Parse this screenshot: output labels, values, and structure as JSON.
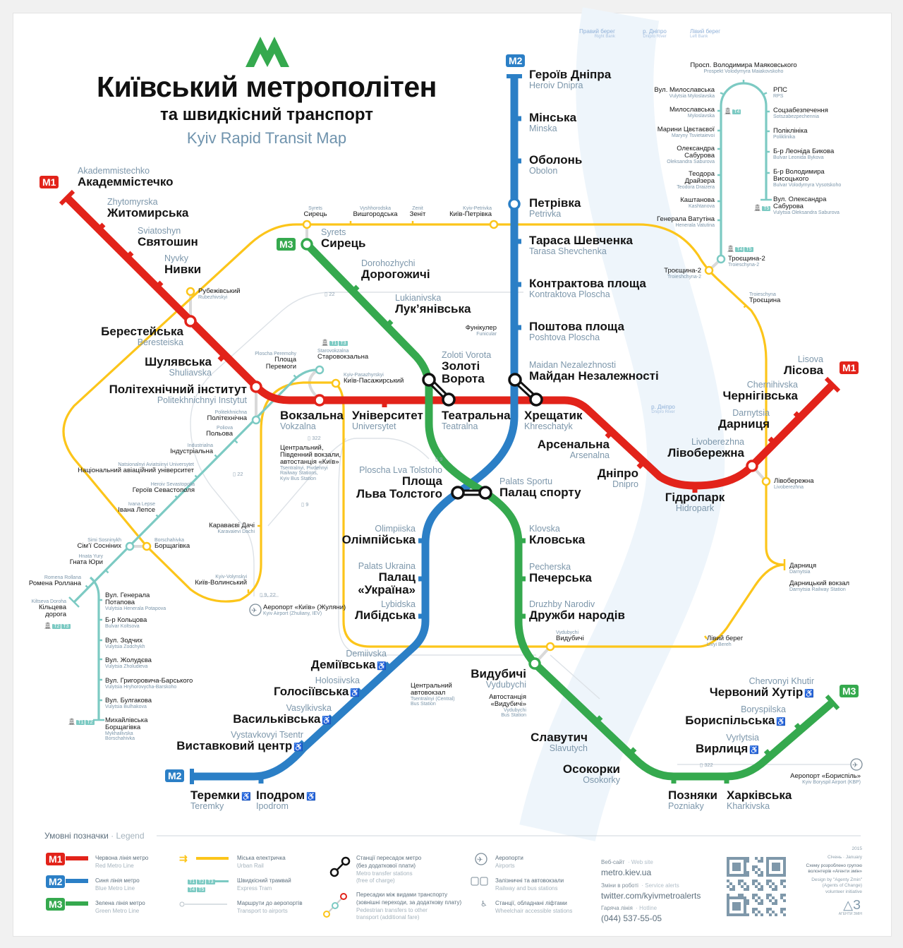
{
  "title": {
    "logo": "M",
    "ua": "Київський метрополітен",
    "ua_sub": "та швидкісний транспорт",
    "en": "Kyiv Rapid Transit Map"
  },
  "colors": {
    "red": "#e2231a",
    "blue": "#2b7fc6",
    "green": "#35a94e",
    "yellow": "#fcc51a",
    "tram": "#7ccac3",
    "river": "#eef5fb",
    "transfer": "#111111"
  },
  "river_labels": {
    "right_bank": {
      "ua": "Правий берег",
      "en": "Right Bank"
    },
    "river": {
      "ua": "р. Дніпро",
      "en": "Dnipro River"
    },
    "left_bank": {
      "ua": "Лівий берег",
      "en": "Left Bank"
    },
    "river_mid": {
      "ua": "р. Дніпро",
      "en": "Dnipro River"
    }
  },
  "lines": {
    "red": {
      "badge": "M1",
      "stations": [
        {
          "ua": "Академмістечко",
          "en": "Akademmistechko"
        },
        {
          "ua": "Житомирська",
          "en": "Zhytomyrska"
        },
        {
          "ua": "Святошин",
          "en": "Sviatoshyn"
        },
        {
          "ua": "Нивки",
          "en": "Nyvky"
        },
        {
          "ua": "Берестейська",
          "en": "Beresteiska"
        },
        {
          "ua": "Шулявська",
          "en": "Shuliavska"
        },
        {
          "ua": "Політехнічний інститут",
          "en": "Politekhnichnyi Instytut"
        },
        {
          "ua": "Вокзальна",
          "en": "Vokzalna"
        },
        {
          "ua": "Університет",
          "en": "Universytet"
        },
        {
          "ua": "Театральна",
          "en": "Teatralna"
        },
        {
          "ua": "Хрещатик",
          "en": "Khreschatyk"
        },
        {
          "ua": "Арсенальна",
          "en": "Arsenalna"
        },
        {
          "ua": "Дніпро",
          "en": "Dnipro"
        },
        {
          "ua": "Гідропарк",
          "en": "Hidropark"
        },
        {
          "ua": "Лівобережна",
          "en": "Livoberezhna"
        },
        {
          "ua": "Дарниця",
          "en": "Darnytsia"
        },
        {
          "ua": "Чернігівська",
          "en": "Chernihivska"
        },
        {
          "ua": "Лісова",
          "en": "Lisova"
        }
      ]
    },
    "blue": {
      "badge": "M2",
      "stations": [
        {
          "ua": "Героїв Дніпра",
          "en": "Heroiv Dnipra"
        },
        {
          "ua": "Мінська",
          "en": "Minska"
        },
        {
          "ua": "Оболонь",
          "en": "Obolon"
        },
        {
          "ua": "Петрівка",
          "en": "Petrivka"
        },
        {
          "ua": "Тараса Шевченка",
          "en": "Tarasa Shevchenka"
        },
        {
          "ua": "Контрактова площа",
          "en": "Kontraktova Ploscha"
        },
        {
          "ua": "Поштова площа",
          "en": "Poshtova Ploscha"
        },
        {
          "ua": "Майдан Незалежності",
          "en": "Maidan Nezalezhnosti"
        },
        {
          "ua": "Площа\nЛьва Толстого",
          "en": "Ploscha Lva Tolstoho"
        },
        {
          "ua": "Олімпійська",
          "en": "Olimpiiska"
        },
        {
          "ua": "Палац\n«Україна»",
          "en": "Palats Ukraina"
        },
        {
          "ua": "Либідська",
          "en": "Lybidska"
        },
        {
          "ua": "Деміївська",
          "en": "Demiivska",
          "accessible": true
        },
        {
          "ua": "Голосіївська",
          "en": "Holosiivska",
          "accessible": true
        },
        {
          "ua": "Васильківська",
          "en": "Vasylkivska",
          "accessible": true
        },
        {
          "ua": "Виставковий центр",
          "en": "Vystavkovyi Tsentr",
          "accessible": true
        },
        {
          "ua": "Іподром",
          "en": "Ipodrom",
          "accessible": true
        },
        {
          "ua": "Теремки",
          "en": "Teremky",
          "accessible": true
        }
      ]
    },
    "green": {
      "badge": "M3",
      "stations": [
        {
          "ua": "Сирець",
          "en": "Syrets"
        },
        {
          "ua": "Дорогожичі",
          "en": "Dorohozhychi"
        },
        {
          "ua": "Лук’янівська",
          "en": "Lukianivska"
        },
        {
          "ua": "Золоті\nВорота",
          "en": "Zoloti Vorota"
        },
        {
          "ua": "Палац спорту",
          "en": "Palats Sportu"
        },
        {
          "ua": "Кловська",
          "en": "Klovska"
        },
        {
          "ua": "Печерська",
          "en": "Pecherska"
        },
        {
          "ua": "Дружби народів",
          "en": "Druzhby Narodiv"
        },
        {
          "ua": "Видубичі",
          "en": "Vydubychi"
        },
        {
          "ua": "Славутич",
          "en": "Slavutych"
        },
        {
          "ua": "Осокорки",
          "en": "Osokorky"
        },
        {
          "ua": "Позняки",
          "en": "Pozniaky"
        },
        {
          "ua": "Харківська",
          "en": "Kharkivska"
        },
        {
          "ua": "Вирлиця",
          "en": "Vyrlytsia",
          "accessible": true
        },
        {
          "ua": "Бориспільська",
          "en": "Boryspilska",
          "accessible": true
        },
        {
          "ua": "Червоний Хутір",
          "en": "Chervonyi Khutir",
          "accessible": true
        }
      ]
    }
  },
  "urban_rail": {
    "stations": [
      {
        "ua": "Сирець",
        "en": "Syrets"
      },
      {
        "ua": "Вишгородська",
        "en": "Vyshhorodska"
      },
      {
        "ua": "Зеніт",
        "en": "Zenit"
      },
      {
        "ua": "Київ-Петрівка",
        "en": "Kyiv-Petrivka"
      },
      {
        "ua": "Троєщина-2",
        "en": "Troieshchyna-2"
      },
      {
        "ua": "Троєщина",
        "en": "Troieschyna"
      },
      {
        "ua": "Лівобережна",
        "en": "Livoberezhna"
      },
      {
        "ua": "Дарниця",
        "en": "Darnytsia"
      },
      {
        "ua": "Лівий берег",
        "en": "Livyi Bereh"
      },
      {
        "ua": "Видубичі",
        "en": "Vydubychi"
      },
      {
        "ua": "Караваєві Дачі",
        "en": "Karavaievi Dachi"
      },
      {
        "ua": "Київ-Волинський",
        "en": "Kyiv-Volynskyi"
      },
      {
        "ua": "Борщагівка",
        "en": "Borschahivka"
      },
      {
        "ua": "Рубежівський",
        "en": "Rubezhivskyi"
      },
      {
        "ua": "Київ-Пасажирський",
        "en": "Kyiv-Pasazhyrskyi"
      }
    ]
  },
  "tram_west": {
    "stations": [
      {
        "ua": "Площа\nПеремоги",
        "en": "Ploscha Peremohy"
      },
      {
        "ua": "Старовокзальна",
        "en": "Starovokzalna"
      },
      {
        "ua": "Політехнічна",
        "en": "Politekhnichna"
      },
      {
        "ua": "Польова",
        "en": "Poliova"
      },
      {
        "ua": "Індустріальна",
        "en": "Industrialna"
      },
      {
        "ua": "Національний авіаційний університет",
        "en": "Natsionalnyi Aviatsiinyi Universytet"
      },
      {
        "ua": "Героїв Севастополя",
        "en": "Heroiv Sevastopolia"
      },
      {
        "ua": "Івана Лепсе",
        "en": "Ivana Lepse"
      },
      {
        "ua": "Сім’ї Сосніних",
        "en": "Simi Sosninykh"
      },
      {
        "ua": "Гната Юри",
        "en": "Hnata Yury"
      },
      {
        "ua": "Ромена Роллана",
        "en": "Romena Rollana"
      },
      {
        "ua": "Кільцева\nдорога",
        "en": "Kiltseva Doroha"
      },
      {
        "ua": "Вул. Генерала\nПотапова",
        "en": "Vulytsia Henerala Potapova"
      },
      {
        "ua": "Б-р Кольцова",
        "en": "Bulvar Koltsova"
      },
      {
        "ua": "Вул. Зодчих",
        "en": "Vulytsia Zodchykh"
      },
      {
        "ua": "Вул. Жолудєва",
        "en": "Vulytsia Zholudieva"
      },
      {
        "ua": "Вул. Григоровича-Барського",
        "en": "Vulytsia Hryhorovycha-Barskoho"
      },
      {
        "ua": "Вул. Булгакова",
        "en": "Vulytsia Bulhakova"
      },
      {
        "ua": "Михайлівська\nБорщагівка",
        "en": "Mykhailivska\nBorschahivka"
      }
    ]
  },
  "tram_east": {
    "stations": [
      {
        "ua": "Троєщина-2",
        "en": "Troieschyna-2"
      },
      {
        "ua": "Генерала Ватутіна",
        "en": "Henerala Vatutina"
      },
      {
        "ua": "Каштанова",
        "en": "Kashtanova"
      },
      {
        "ua": "Теодора\nДрайзера",
        "en": "Teodora Draizera"
      },
      {
        "ua": "Олександра\nСабурова",
        "en": "Oleksandra Saburova"
      },
      {
        "ua": "Марини Цвєтаєвої",
        "en": "Maryny Tsvietaievoi"
      },
      {
        "ua": "Милославська",
        "en": "Myloslavska"
      },
      {
        "ua": "Вул. Милославська",
        "en": "Vulytsia Myloslavska"
      },
      {
        "ua": "Просп. Володимира Маяковського",
        "en": "Prospekt Volodymyra Maiakovskoho"
      },
      {
        "ua": "РПС",
        "en": "RPS"
      },
      {
        "ua": "Соцзабезпечення",
        "en": "Sotszabezpechennia"
      },
      {
        "ua": "Поліклініка",
        "en": "Poliklinika"
      },
      {
        "ua": "Б-р Леоніда Бикова",
        "en": "Bulvar Leonida Bykova"
      },
      {
        "ua": "Б-р Володимира\nВисоцького",
        "en": "Bulvar Volodymyra Vysotskoho"
      },
      {
        "ua": "Вул. Олександра\nСабурова",
        "en": "Vulytsia Oleksandra Saburova"
      }
    ]
  },
  "tram_badges": [
    [
      "T1",
      "T3"
    ],
    [
      "T2",
      "T3"
    ],
    [
      "T1",
      "T2"
    ],
    [
      "T4"
    ],
    [
      "T4",
      "T5"
    ],
    [
      "T5"
    ]
  ],
  "bus_routes": [
    "22",
    "22",
    "9",
    "9",
    "322",
    "322",
    "9, 22"
  ],
  "pois": {
    "funicular": {
      "ua": "Фунікулер",
      "en": "Funicular"
    },
    "vokzal": {
      "ua": "Центральний,\nПівденний вокзали,\nавтостанція «Київ»",
      "en": "Tsentralnyi, Pivdennyi\nRailway Stations,\nKyiv Bus Station"
    },
    "central_bus": {
      "ua": "Центральний\nавтовокзал",
      "en": "Tsentralnyi (Central)\nBus Station"
    },
    "vydubychi_bus": {
      "ua": "Автостанція\n«Видубичі»",
      "en": "Vydubychi\nBus Station"
    },
    "darnytsia_rail": {
      "ua": "Дарницький вокзал",
      "en": "Darnytsia Railway Station"
    },
    "airport_zhuliany": {
      "ua": "Аеропорт «Київ» (Жуляни)",
      "en": "Kyiv Airport (Zhuliany, IEV)"
    },
    "airport_boryspil": {
      "ua": "Аеропорт «Бориспіль»",
      "en": "Kyiv Boryspil Airport (KBP)"
    }
  },
  "legend": {
    "title": "Умовні позначки",
    "title_en": "· Legend",
    "items": [
      {
        "badge": "M1",
        "ua": "Червона лінія метро",
        "en": "Red Metro Line"
      },
      {
        "badge": "M2",
        "ua": "Синя лінія метро",
        "en": "Blue Metro Line"
      },
      {
        "badge": "M3",
        "ua": "Зелена лінія метро",
        "en": "Green Metro Line"
      },
      {
        "ua": "Міська електричка",
        "en": "Urban Rail"
      },
      {
        "ua": "Швидкісний трамвай",
        "en": "Express Tram",
        "tags": [
          "T1",
          "T2",
          "T3",
          "T4",
          "T5"
        ]
      },
      {
        "ua": "Маршрути до аеропортів",
        "en": "Transport to airports"
      },
      {
        "ua": "Станції пересадок метро\n(без додаткової плати)",
        "en": "Metro transfer stations\n(free of charge)"
      },
      {
        "ua": "Пересадки між видами транспорту\n(зовнішні переходи, за додаткову плату)",
        "en": "Pedestrian transfers to other\ntransport (additional fare)"
      },
      {
        "ua": "Аеропорти",
        "en": "Airports"
      },
      {
        "ua": "Залізничні та автовокзали",
        "en": "Railway and bus stations"
      },
      {
        "ua": "Станції, обладнані ліфтами",
        "en": "Wheelchair accessible stations"
      }
    ]
  },
  "info": {
    "web": {
      "label": "Веб-сайт",
      "label_en": "· Web site",
      "value": "metro.kiev.ua"
    },
    "alerts": {
      "label": "Зміни в роботі",
      "label_en": "· Service alerts",
      "value": "twitter.com/kyivmetroalerts"
    },
    "hotline": {
      "label": "Гаряча лінія",
      "label_en": "· Hotline",
      "value": "(044) 537-55-05"
    }
  },
  "credits": {
    "year": "2015",
    "month": "Січень · January",
    "ua": "Схему розроблено групою\nволонтерів «Агенти змін»",
    "en": "Design by \"Agenty Zmin\"\n(Agents of Change)\nvolunteer initiative",
    "logo": "АЗ",
    "logo_caption": "АГЕНТИ ЗМІН"
  }
}
